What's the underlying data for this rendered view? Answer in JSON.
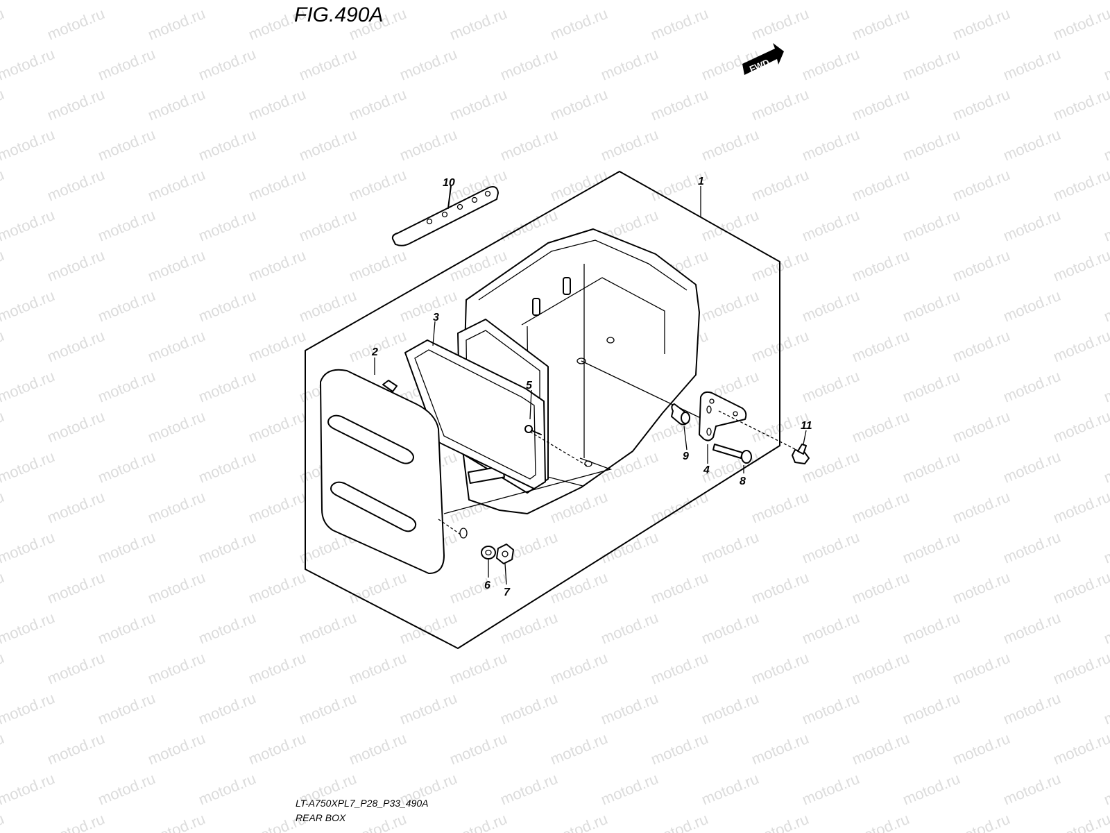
{
  "figure": {
    "title": "FIG.490A",
    "model_code": "LT-A750XPL7_P28_P33_490A",
    "section_name": "REAR BOX",
    "watermark": "motod.ru"
  },
  "fwd_badge": {
    "label": "FWD"
  },
  "callouts": [
    {
      "number": "1",
      "part": "rear-box"
    },
    {
      "number": "2",
      "part": "lid"
    },
    {
      "number": "3",
      "part": "seal"
    },
    {
      "number": "4",
      "part": "bracket"
    },
    {
      "number": "5",
      "part": "screw"
    },
    {
      "number": "6",
      "part": "washer"
    },
    {
      "number": "7",
      "part": "nut"
    },
    {
      "number": "8",
      "part": "bolt"
    },
    {
      "number": "9",
      "part": "cushion"
    },
    {
      "number": "10",
      "part": "strap"
    },
    {
      "number": "11",
      "part": "bolt"
    }
  ]
}
